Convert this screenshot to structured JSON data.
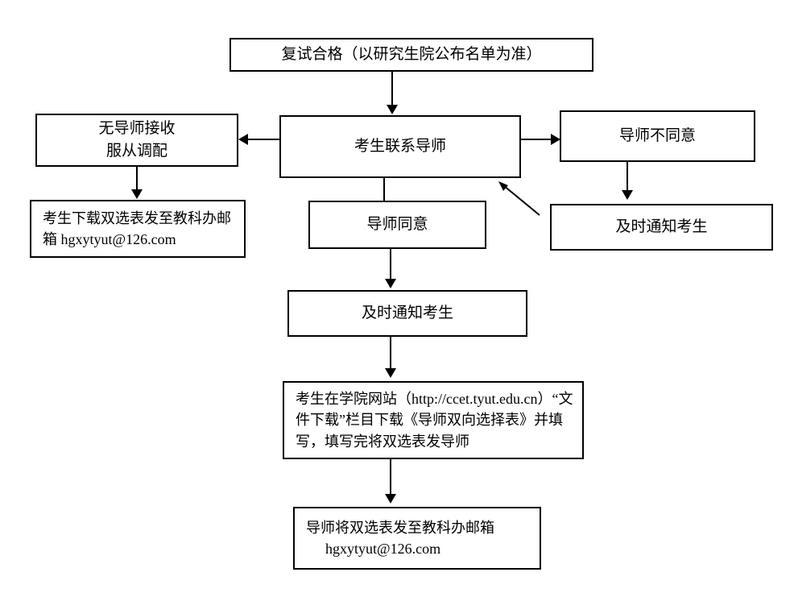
{
  "diagram": {
    "title": "复试合格（以研究生院公布名单为准）",
    "nodes": {
      "pass_exam": "复试合格（以研究生院公布名单为准）",
      "contact_advisor": "考生联系导师",
      "no_advisor": "无导师接收\n服从调配",
      "download_form_email": "考生下载双选表发至教科办邮箱 hgxytyut@126.com",
      "advisor_refuse": "导师不同意",
      "notify_candidate_right": "及时通知考生",
      "advisor_agree": "导师同意",
      "notify_candidate_center": "及时通知考生",
      "download_instructions": "考生在学院网站（http://ccet.tyut.edu.cn）“文件下载”栏目下载《导师双向选择表》并填写，填写完将双选表发导师",
      "advisor_send_form": "导师将双选表发至教科办邮箱\nhgxytyut@126.com"
    },
    "email": "hgxytyut@126.com",
    "website_url": "http://ccet.tyut.edu.cn",
    "colors": {
      "stroke": "#000000",
      "fill": "#ffffff",
      "text": "#000000"
    }
  }
}
